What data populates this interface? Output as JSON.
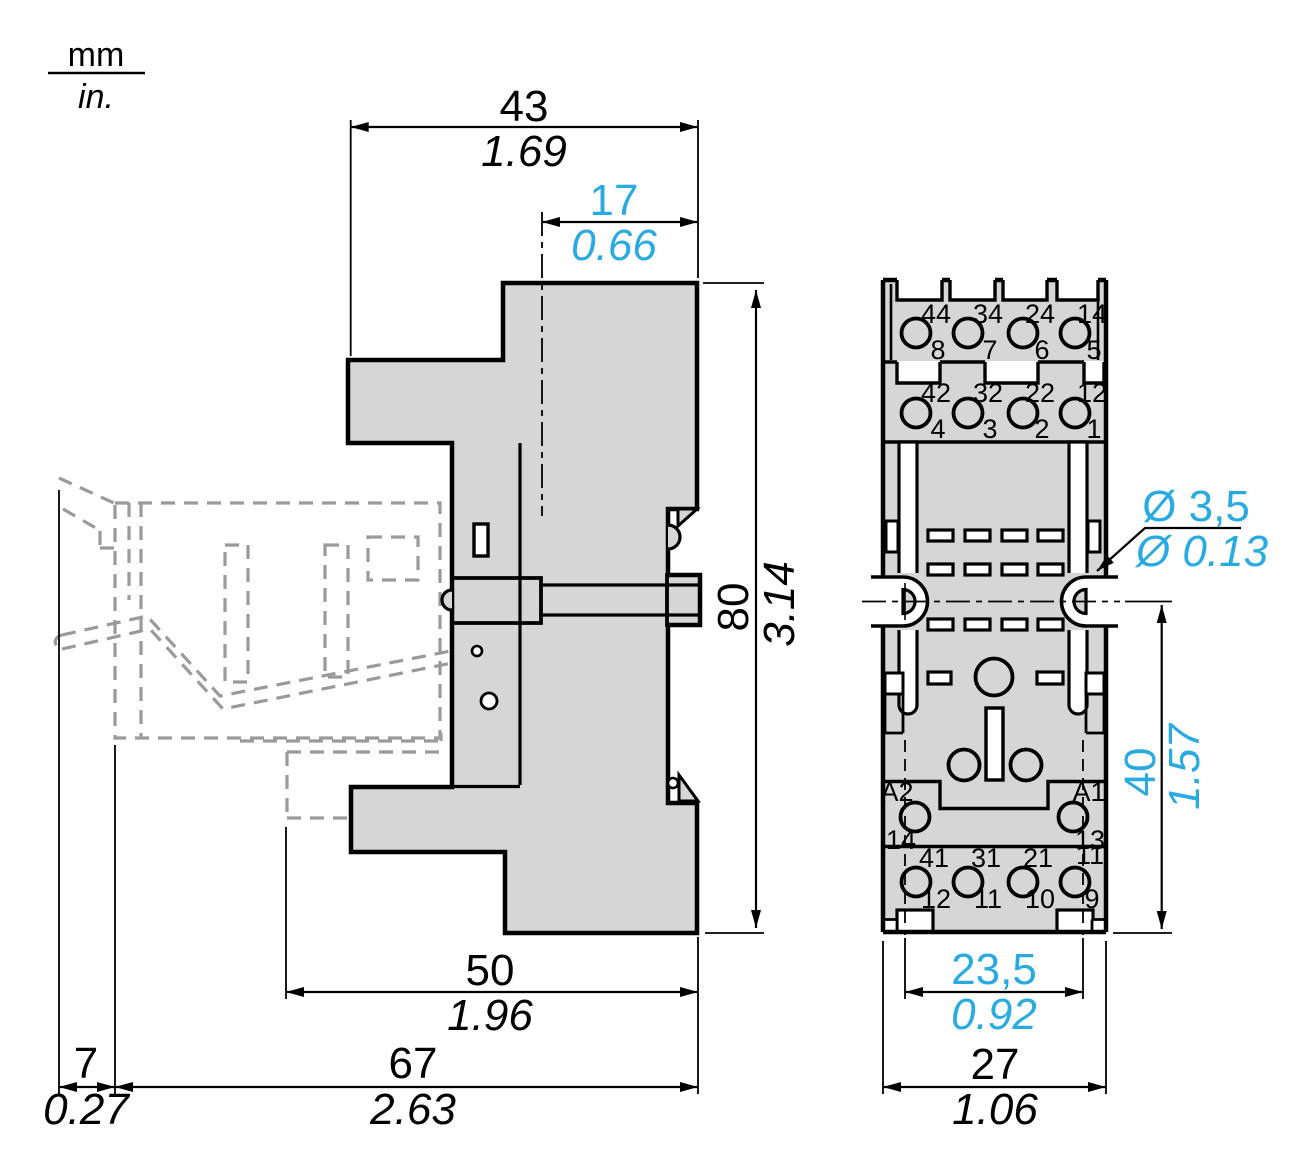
{
  "legend": {
    "mm_label": "mm",
    "in_label": "in."
  },
  "colors": {
    "body_fill": "#d6d6d6",
    "outline": "#000000",
    "accent_cyan": "#29abe2",
    "phantom_gray": "#9a9a9a",
    "background": "#ffffff"
  },
  "side_view": {
    "dim_43": {
      "mm": "43",
      "in": "1.69"
    },
    "dim_17": {
      "mm": "17",
      "in": "0.66"
    },
    "dim_80": {
      "mm": "80",
      "in": "3.14"
    },
    "dim_50": {
      "mm": "50",
      "in": "1.96"
    },
    "dim_7": {
      "mm": "7",
      "in": "0.27"
    },
    "dim_67": {
      "mm": "67",
      "in": "2.63"
    }
  },
  "front_view": {
    "dim_hole": {
      "mm": "Ø 3,5",
      "in": "Ø 0.13"
    },
    "dim_40": {
      "mm": "40",
      "in": "1.57"
    },
    "dim_23_5": {
      "mm": "23,5",
      "in": "0.92"
    },
    "dim_27": {
      "mm": "27",
      "in": "1.06"
    },
    "terminals": {
      "row1_top": [
        "44",
        "34",
        "24",
        "14"
      ],
      "row1_bottom": [
        "8",
        "7",
        "6",
        "5"
      ],
      "row2_top": [
        "42",
        "32",
        "22",
        "12"
      ],
      "row2_bottom": [
        "4",
        "3",
        "2",
        "1"
      ],
      "coil_top": [
        "A2",
        "A1"
      ],
      "coil_bottom": [
        "14",
        "13"
      ],
      "row3_top": [
        "41",
        "31",
        "21",
        "11"
      ],
      "row3_bottom": [
        "12",
        "11",
        "10",
        "9"
      ]
    }
  }
}
